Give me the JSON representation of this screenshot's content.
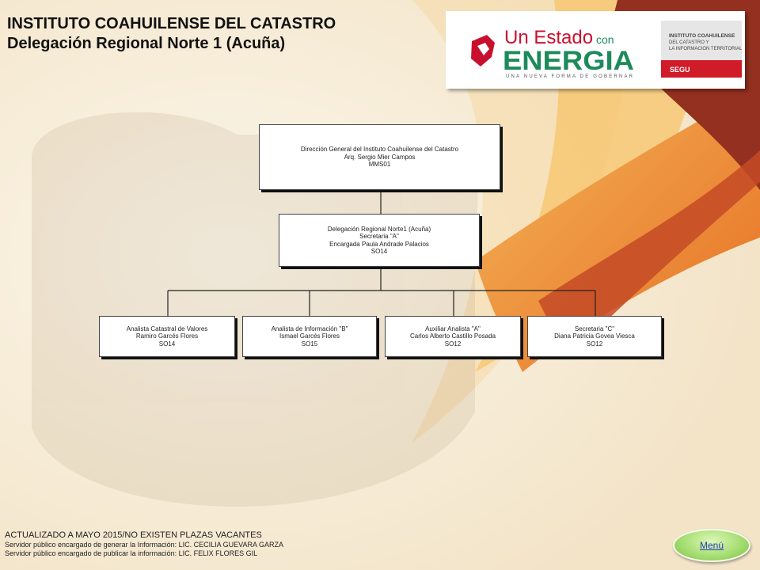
{
  "header": {
    "title": "INSTITUTO COAHUILENSE DEL CATASTRO",
    "subtitle": "Delegación Regional Norte 1 (Acuña)"
  },
  "logo": {
    "brand_top": "Un Estado",
    "brand_con": "con",
    "brand_main": "ENERGIA",
    "tagline": "UNA NUEVA FORMA DE GOBERNAR",
    "institute_lines": [
      "INSTITUTO COAHUILENSE",
      "DEL CATASTRO Y",
      "LA INFORMACION TERRITORIAL"
    ],
    "agency": "SEGU"
  },
  "org_chart": {
    "root": {
      "lines": [
        "Dirección General del Instituto Coahuilense del Catastro",
        "Arq. Sergio Mier Campos",
        "MMS01"
      ]
    },
    "delegation": {
      "lines": [
        "Delegación Regional Norte1 (Acuña)",
        "Secretaria \"A\"",
        "Encargada Paula Andrade Palacios",
        "SO14"
      ]
    },
    "children": [
      {
        "lines": [
          "Analista Catastral de Valores",
          "Ramiro Garcés Flores",
          "SO14"
        ]
      },
      {
        "lines": [
          "Analista de Información \"B\"",
          "Ismael Garcés Flores",
          "SO15"
        ]
      },
      {
        "lines": [
          "Auxiliar Analista \"A\"",
          "Carlos Alberto Castillo Posada",
          "SO12"
        ]
      },
      {
        "lines": [
          "Secretaria \"C\"",
          "Diana Patricia Govea Viesca",
          "SO12"
        ]
      }
    ]
  },
  "footer": {
    "updated": "ACTUALIZADO A MAYO 2015/NO EXISTEN PLAZAS VACANTES",
    "generator": "Servidor público encargado de generar la Información: LIC. CECILIA GUEVARA GARZA",
    "publisher": "Servidor público encargado de publicar la información: LIC. FELIX FLORES GIL"
  },
  "menu_button": {
    "label": "Menú"
  },
  "colors": {
    "brand_red": "#c8102e",
    "brand_green": "#1d8a5a",
    "menu_green": "#9ed86a",
    "swoosh_orange": "#e87d2c",
    "swoosh_red": "#8c2a1e"
  }
}
